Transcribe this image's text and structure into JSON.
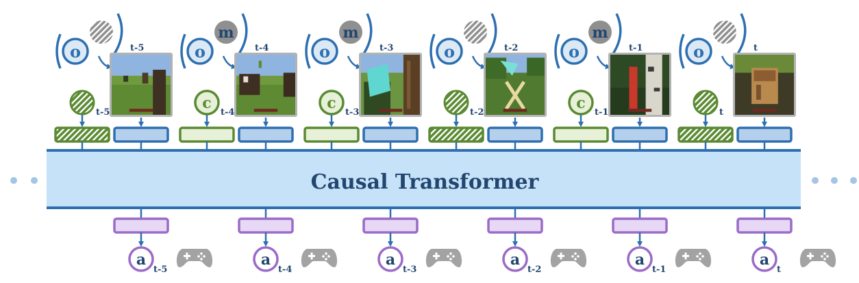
{
  "title": "Causal Transformer",
  "symbols": {
    "observation": "o",
    "memory": "m",
    "condition": "c",
    "action": "a"
  },
  "timesteps": [
    {
      "label": "t-5",
      "memory_visible": false,
      "condition_visible": false,
      "scene": "grass-figures"
    },
    {
      "label": "t-4",
      "memory_visible": true,
      "condition_visible": true,
      "scene": "grass-cows"
    },
    {
      "label": "t-3",
      "memory_visible": true,
      "condition_visible": true,
      "scene": "diamond-sword"
    },
    {
      "label": "t-2",
      "memory_visible": false,
      "condition_visible": false,
      "scene": "diamond-pickaxe"
    },
    {
      "label": "t-1",
      "memory_visible": true,
      "condition_visible": true,
      "scene": "birch-tree"
    },
    {
      "label": "t",
      "memory_visible": false,
      "condition_visible": false,
      "scene": "crafting-table"
    }
  ],
  "colors": {
    "observation_blue": "#2e6fb0",
    "observation_fill": "#dbe9f6",
    "memory_gray": "#8f8f8f",
    "condition_green": "#5a8a32",
    "condition_fill": "#e6f1d8",
    "action_purple": "#9b6bc8",
    "action_fill": "#e7d9f5",
    "transformer_fill": "#c6e2f8",
    "transformer_line": "#2e6fb0",
    "title_color": "#22466f",
    "gamepad_gray": "#a3a3a3",
    "dots": "#a6c4e4"
  },
  "icons": [
    "gamepad-icon",
    "ellipsis-dots-icon"
  ]
}
